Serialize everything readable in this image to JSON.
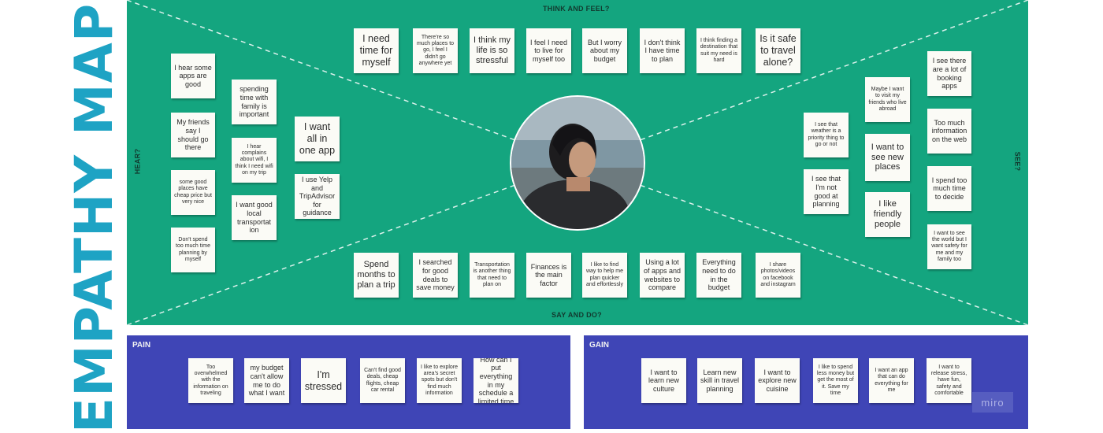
{
  "title": "EMPATHY MAP",
  "quadrants": {
    "think_feel": "THINK AND FEEL?",
    "hear": "HEAR?",
    "see": "SEE?",
    "say_do": "SAY AND DO?"
  },
  "panels": {
    "pain": "PAIN",
    "gain": "GAIN"
  },
  "watermark": "miro",
  "notes": {
    "think": [
      "I need time for myself",
      "There're so much places to go, I feel I didn't go anywhere yet",
      "I think my life is so stressful",
      "I feel I need to live for myself too",
      "But I worry about my budget",
      "I don't think I have time to plan",
      "I think finding a destination that suit my need is hard",
      "Is it safe to travel alone?"
    ],
    "hear": [
      "I hear some apps are good",
      "My friends say I should go there",
      "some good places have cheap price but very nice",
      "Don't spend too much time planning by myself",
      "spending time with family is important",
      "I hear complains about wifi, I think I need wifi on my trip",
      "I want good local transportat ion",
      "I want all in one app",
      "I use Yelp and TripAdvisor for guidance"
    ],
    "see": [
      "I see there are a lot of booking apps",
      "Maybe I want to visit my friends who live abroad",
      "Too much information on the web",
      "I see that weather is a priority thing to go or not",
      "I want to see new places",
      "I spend too much time to decide",
      "I see that I'm not good at planning",
      "I like friendly people",
      "I want to see the world but I want safety for me and my family too"
    ],
    "say": [
      "Spend months to plan a trip",
      "I searched for good deals to save money",
      "Transportation is another thing that need to plan on",
      "Finances is the main factor",
      "I like to find way to help me plan quicker and effortlessly",
      "Using a lot of apps and websites to compare",
      "Everything need to do in the budget",
      "I share photos/videos on facebook and instagram"
    ],
    "pain": [
      "Too overwhelmed with the information on traveling",
      "my budget can't allow me to do what I want",
      "I'm stressed",
      "Can't find good deals, cheap flights, cheap car rental",
      "I like to explore area's secret spots but don't find much information",
      "How can I put everything in my schedule a limited time"
    ],
    "gain": [
      "I want to learn new culture",
      "Learn new skill in travel planning",
      "I want to explore new cuisine",
      "I like to spend less money but get the most of it. Save my time",
      "I want an app that can do everything for me",
      "I want to release stress, have fun, safety and comfortable"
    ]
  },
  "colors": {
    "title": "#1ea3c4",
    "board": "#14a57f",
    "panel": "#3f45b6",
    "note": "#fbfbf6",
    "diagonal": "#ffffff"
  }
}
